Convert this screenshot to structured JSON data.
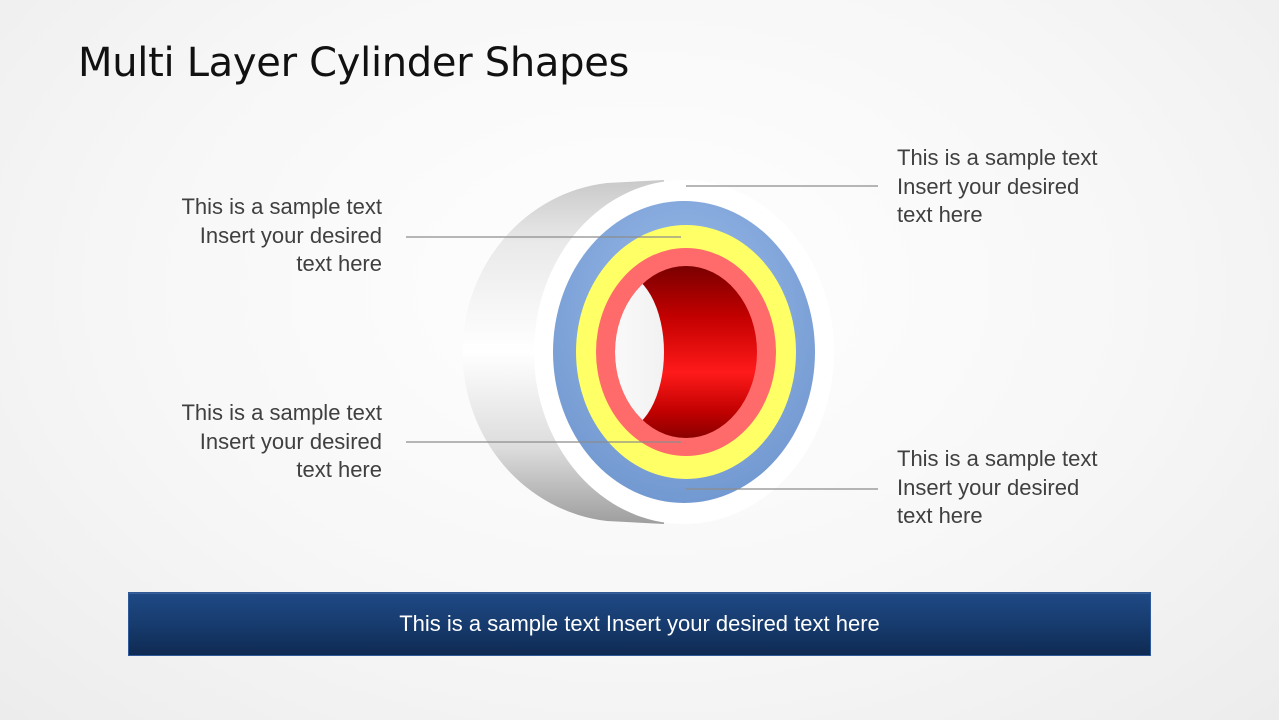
{
  "slide": {
    "title": "Multi Layer Cylinder Shapes"
  },
  "callouts": {
    "top_left": {
      "line1": "This is a sample text",
      "line2": "Insert your desired",
      "line3": "text here"
    },
    "bottom_left": {
      "line1": "This is a sample text",
      "line2": "Insert your desired",
      "line3": "text here"
    },
    "top_right": {
      "line1": "This is a sample text",
      "line2": "Insert your desired",
      "line3": "text here"
    },
    "bottom_right": {
      "line1": "This is a sample text",
      "line2": "Insert your desired",
      "line3": "text here"
    }
  },
  "banner": {
    "text": "This is a sample text Insert your desired text here"
  },
  "colors": {
    "outer_ring": "#ffffff",
    "blue_ring": "#7ea6db",
    "yellow_ring": "#ffff66",
    "pink_ring": "#ff6a6a",
    "inner_tube": "#d40000",
    "banner": "#163a6c",
    "leader_line": "#8c8c8c"
  },
  "icons": {
    "diagram": "multi-layer-cylinder"
  }
}
